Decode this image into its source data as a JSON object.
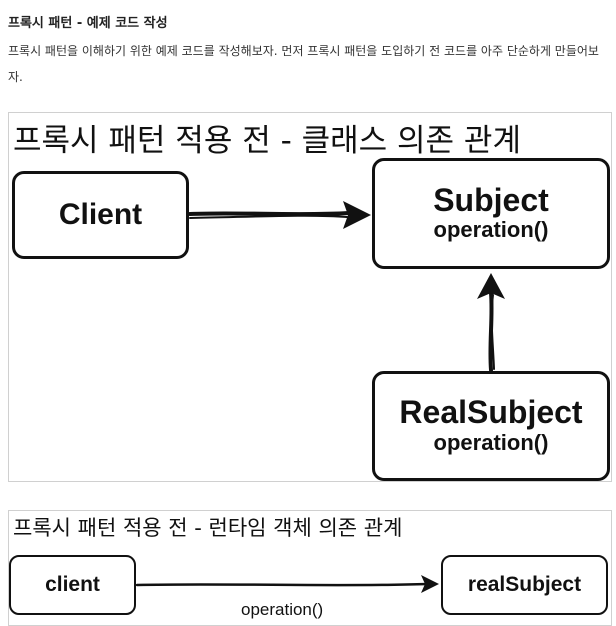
{
  "heading": "프록시 패턴 - 예제 코드 작성",
  "paragraph": "프록시 패턴을 이해하기 위한 예제 코드를 작성해보자. 먼저 프록시 패턴을 도입하기 전 코드를 아주 단순하게 만들어보자.",
  "class_diagram": {
    "title": "프록시 패턴 적용 전 - 클래스 의존 관계",
    "client": "Client",
    "subject": "Subject",
    "subject_method": "operation()",
    "real_subject": "RealSubject",
    "real_subject_method": "operation()"
  },
  "runtime_diagram": {
    "title": "프록시 패턴 적용 전 - 런타임 객체 의존 관계",
    "client": "client",
    "real_subject": "realSubject",
    "call_label": "operation()"
  }
}
